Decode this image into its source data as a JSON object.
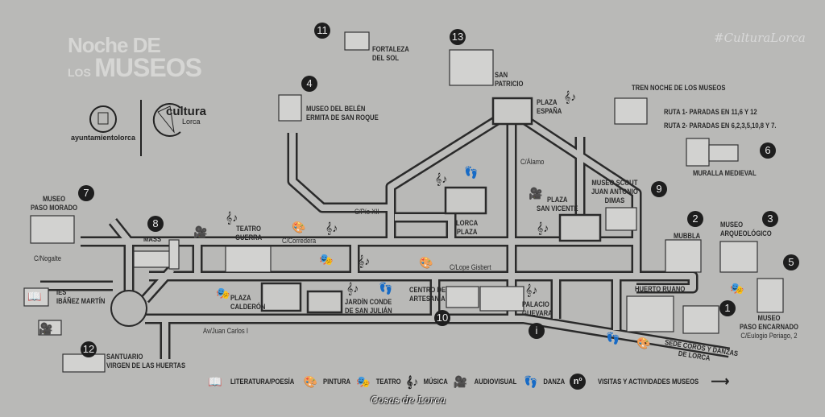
{
  "header": {
    "title_line1": "Noche DE",
    "title_line2a": "LOS",
    "title_line2b": "MUSEOS",
    "hashtag": "#CulturaLorca",
    "logo_ayuntamiento": "ayuntamientolorca",
    "logo_cultura": "cultura",
    "logo_cultura_sub": "Lorca"
  },
  "train": {
    "title": "TREN NOCHE DE LOS MUSEOS",
    "route1": "RUTA 1- PARADAS EN 11,6 Y 12",
    "route2": "RUTA 2- PARADAS EN 6,2,3,5,10,8 Y 7."
  },
  "places": [
    {
      "num": "11",
      "label1": "FORTALEZA",
      "label2": "DEL SOL"
    },
    {
      "num": "13",
      "label1": "SAN",
      "label2": "PATRICIO"
    },
    {
      "num": "4",
      "label1": "MUSEO DEL BELÉN",
      "label2": "ERMITA DE SAN ROQUE"
    },
    {
      "num": "6",
      "label1": "MURALLA MEDIEVAL"
    },
    {
      "num": "7",
      "label1": "MUSEO",
      "label2": "PASO MORADO"
    },
    {
      "num": "8",
      "label1": "MASS"
    },
    {
      "num": "9",
      "label1": "MUSEO SCOUT",
      "label2": "JUAN ANTONIO",
      "label3": "DIMAS"
    },
    {
      "num": "2",
      "label1": "MUBBLA"
    },
    {
      "num": "3",
      "label1": "MUSEO",
      "label2": "ARQUEOLÓGICO"
    },
    {
      "num": "5",
      "label1": "MUSEO",
      "label2": "PASO ENCARNADO",
      "label3": "C/Eulogio Periago, 2"
    },
    {
      "num": "1",
      "label1": "HUERTO RUANO"
    },
    {
      "num": "10",
      "label1": "CENTRO DE",
      "label2": "ARTESANÍA"
    },
    {
      "num": "12",
      "label1": "SANTUARIO",
      "label2": "VIRGEN DE LAS HUERTAS"
    },
    {
      "num": "i"
    }
  ],
  "other_places": {
    "plaza_espana": [
      "PLAZA",
      "ESPAÑA"
    ],
    "teatro_guerra": [
      "TEATRO",
      "GUERRA"
    ],
    "lorca_plaza": [
      "LORCA",
      "PLAZA"
    ],
    "plaza_san_vicente": [
      "PLAZA",
      "SAN VICENTE"
    ],
    "plaza_calderon": [
      "PLAZA",
      "CALDERÓN"
    ],
    "jardin": [
      "JARDÍN CONDE",
      "DE SAN JULIÁN"
    ],
    "palacio": [
      "PALACIO",
      "GUEVARA"
    ],
    "ies": [
      "IES",
      "IBÁÑEZ MARTÍN"
    ],
    "sede_coros": [
      "SEDE COROS Y DANZAS",
      "DE LORCA"
    ]
  },
  "streets": {
    "alamo": "C/Álamo",
    "pio": "C/Pío XII",
    "corredera": "C/Corredera",
    "nogalte": "C/Nogalte",
    "lope": "C/Lope Gisbert",
    "juan_carlos": "Av/Juan Carlos I"
  },
  "legend": {
    "literatura": "LITERATURA/POESÍA",
    "pintura": "PINTURA",
    "teatro": "TEATRO",
    "musica": "MÚSICA",
    "audiovisual": "AUDIOVISUAL",
    "danza": "DANZA",
    "num_symbol": "nº",
    "visitas": "VISITAS Y ACTIVIDADES MUSEOS",
    "arrow": "⟶"
  },
  "footer": "Cosas de Lorca",
  "colors": {
    "background": "#b9b9b7",
    "road": "#2a2a2a",
    "marker": "#1e1e1e"
  }
}
